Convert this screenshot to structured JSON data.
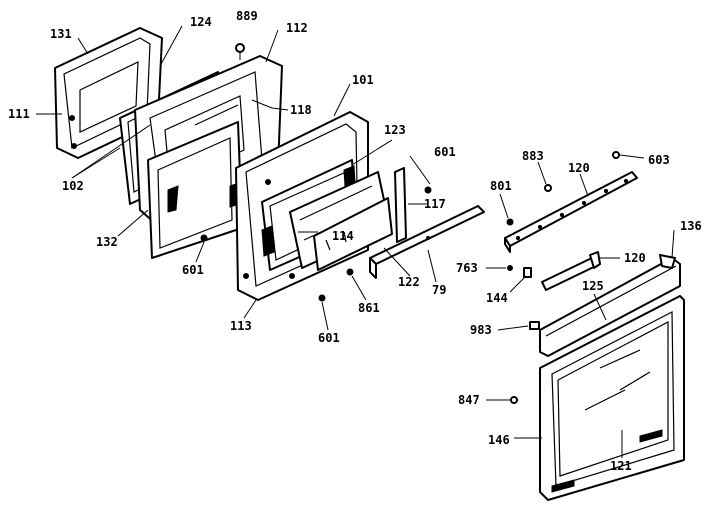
{
  "callouts": {
    "c131": "131",
    "c124": "124",
    "c889": "889",
    "c112": "112",
    "c101": "101",
    "c111": "111",
    "c118": "118",
    "c123": "123",
    "c601a": "601",
    "c801a": "801",
    "c102": "102",
    "c117": "117",
    "c114": "114",
    "c132": "132",
    "c601b": "601",
    "c861": "861",
    "c122": "122",
    "c79": "79",
    "c113": "113",
    "c601c": "601",
    "c883": "883",
    "c120a": "120",
    "c603": "603",
    "c136": "136",
    "c120b": "120",
    "c763": "763",
    "c144": "144",
    "c125": "125",
    "c983": "983",
    "c847": "847",
    "c146": "146",
    "c121": "121"
  }
}
